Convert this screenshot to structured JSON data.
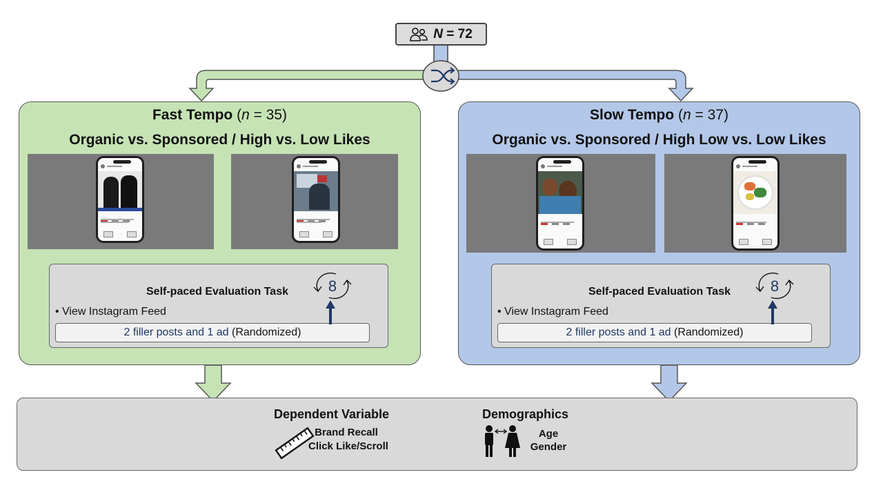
{
  "participants": {
    "icon": "people-icon",
    "n_symbol": "N",
    "n_value": "= 72"
  },
  "randomize_icon": "shuffle-icon",
  "conditions": [
    {
      "title_main": "Fast Tempo",
      "title_open": " (",
      "n_symbol": "n",
      "n_value": " = 35)",
      "subtitle": "Organic vs. Sponsored / High vs. Low Likes",
      "color": "#c6e3b5",
      "task": {
        "title": "Self-paced Evaluation Task",
        "bullet": "• View Instagram Feed",
        "feed_main": "2 filler posts and 1 ad",
        "feed_note": " (Randomized)",
        "loop_number": "8"
      }
    },
    {
      "title_main": "Slow Tempo",
      "title_open": " (",
      "n_symbol": "n",
      "n_value": " = 37)",
      "subtitle": "Organic vs. Sponsored / High Low vs. Low Likes",
      "color": "#b3c7e8",
      "task": {
        "title": "Self-paced Evaluation Task",
        "bullet": "• View Instagram Feed",
        "feed_main": "2 filler posts and 1 ad",
        "feed_note": " (Randomized)",
        "loop_number": "8"
      }
    }
  ],
  "outcomes": {
    "dependent_title": "Dependent Variable",
    "dependent_items": [
      "Brand Recall",
      "Click Like/Scroll"
    ],
    "dependent_icon": "ruler-icon",
    "demographics_title": "Demographics",
    "demographics_items": [
      "Age",
      "Gender"
    ],
    "demographics_icon": "man-woman-icon"
  },
  "colors": {
    "fast": "#c6e3b5",
    "slow": "#b3c7e8",
    "arrow_fast": "#c6e3b5",
    "arrow_slow": "#b3c7e8",
    "navy": "#1f3864"
  }
}
